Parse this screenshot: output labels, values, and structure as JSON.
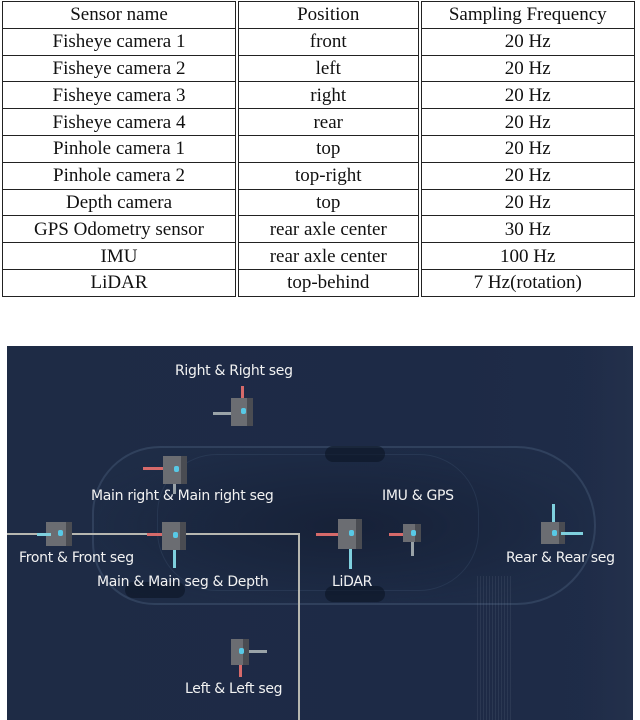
{
  "table": {
    "headers": [
      "Sensor name",
      "Position",
      "Sampling Frequency"
    ],
    "rows": [
      [
        "Fisheye camera 1",
        "front",
        "20 Hz"
      ],
      [
        "Fisheye camera 2",
        "left",
        "20 Hz"
      ],
      [
        "Fisheye camera 3",
        "right",
        "20 Hz"
      ],
      [
        "Fisheye camera 4",
        "rear",
        "20 Hz"
      ],
      [
        "Pinhole camera 1",
        "top",
        "20 Hz"
      ],
      [
        "Pinhole camera 2",
        "top-right",
        "20 Hz"
      ],
      [
        "Depth camera",
        "top",
        "20 Hz"
      ],
      [
        "GPS Odometry sensor",
        "rear axle center",
        "30 Hz"
      ],
      [
        "IMU",
        "rear axle center",
        "100 Hz"
      ],
      [
        "LiDAR",
        "top-behind",
        "7 Hz(rotation)"
      ]
    ]
  },
  "figure": {
    "background_color": "#1e2b45",
    "labels": {
      "right": "Right & Right seg",
      "main_right": "Main right & Main right seg",
      "imu_gps": "IMU & GPS",
      "front": "Front & Front seg",
      "main": "Main & Main seg & Depth",
      "lidar": "LiDAR",
      "rear": "Rear & Rear seg",
      "left": "Left & Left seg"
    }
  }
}
